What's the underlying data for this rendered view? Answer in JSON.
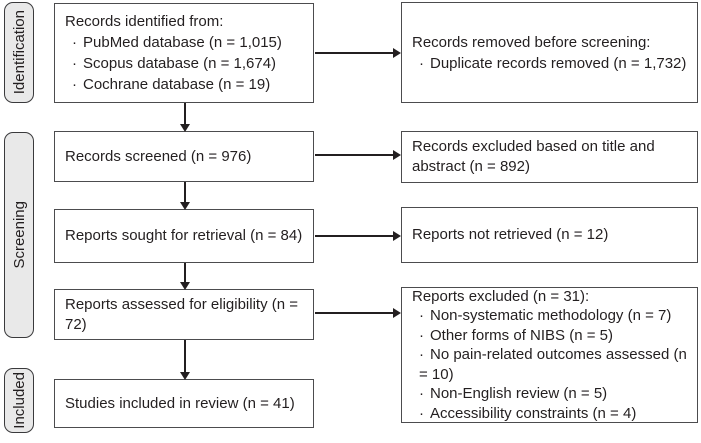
{
  "palette": {
    "background": "#ffffff",
    "text": "#231f20",
    "box_border": "#4c4c4e",
    "sidebar_fill": "#e9e9e9",
    "sidebar_border": "#3a3a3c",
    "arrow": "#231f20"
  },
  "bullet": "·",
  "sidebar": {
    "identification": "Identification",
    "screening": "Screening",
    "included": "Included"
  },
  "boxes": {
    "records_identified": {
      "title": "Records identified from:",
      "items": [
        "PubMed database (n = 1,015)",
        "Scopus database (n = 1,674)",
        "Cochrane database (n = 19)"
      ]
    },
    "records_removed": {
      "title": "Records removed before screening:",
      "items": [
        "Duplicate records removed (n = 1,732)"
      ]
    },
    "records_screened": {
      "text": "Records screened (n = 976)"
    },
    "records_excluded": {
      "text": "Records excluded based on title and abstract (n = 892)"
    },
    "reports_sought": {
      "text": "Reports sought for retrieval (n = 84)"
    },
    "reports_not_retrieved": {
      "text": "Reports not retrieved (n = 12)"
    },
    "reports_assessed": {
      "text": "Reports assessed for eligibility (n = 72)"
    },
    "reports_excluded": {
      "title": "Reports excluded (n = 31):",
      "items": [
        "Non-systematic methodology (n = 7)",
        "Other forms of NIBS (n = 5)",
        "No pain-related outcomes assessed (n = 10)",
        "Non-English review (n = 5)",
        "Accessibility constraints (n = 4)"
      ]
    },
    "studies_included": {
      "text": "Studies included in review (n = 41)"
    }
  }
}
